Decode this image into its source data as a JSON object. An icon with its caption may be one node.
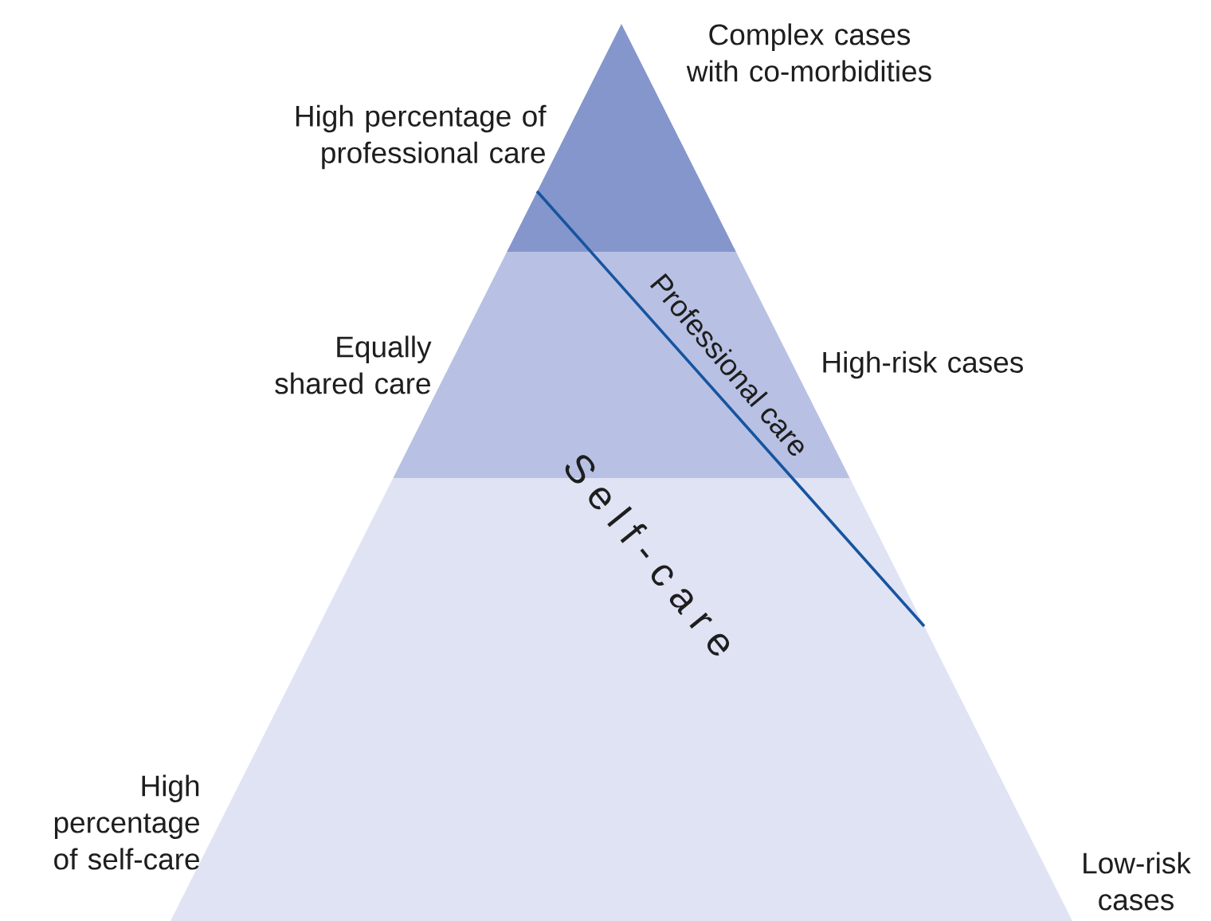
{
  "diagram": {
    "nodes": [
      {
        "text": [],
        "shape": "triangle",
        "beside": [
          "High percentage of professional care",
          "Complex cases with co-morbidities"
        ]
      },
      {
        "text": [],
        "shape": "band",
        "beside": [
          "Equally shared care",
          "High-risk cases"
        ]
      },
      {
        "text": [],
        "shape": "band",
        "beside": [
          "High percentage of self-care",
          "Low-risk cases"
        ]
      }
    ],
    "labels": [
      "Professional care",
      "S e l f - c a r e"
    ]
  }
}
